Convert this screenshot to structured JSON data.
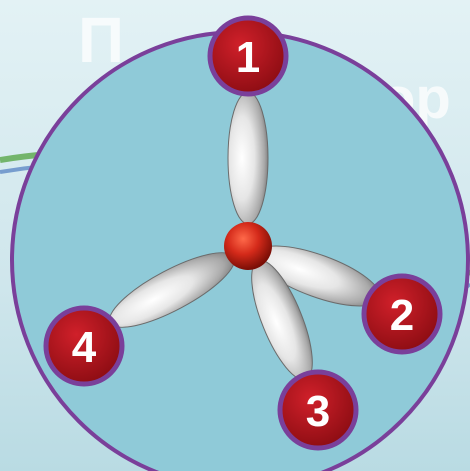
{
  "background": {
    "title_fragments": [
      "П",
      "ор"
    ],
    "colors": {
      "sky": "#cfe8ee",
      "title_shadow": "#bcd3d9",
      "swoosh_green": "#5aa84a",
      "swoosh_blue": "#4f7cc0"
    }
  },
  "circle": {
    "fill": "#8fcad8",
    "border": "#7a3f9a"
  },
  "nucleus": {
    "color": "#d42a1a"
  },
  "orbital": {
    "color_light": "#f4f4f4",
    "color_dark": "#8c8c8c"
  },
  "badges": [
    {
      "label": "1"
    },
    {
      "label": "2"
    },
    {
      "label": "3"
    },
    {
      "label": "4"
    }
  ],
  "badge_style": {
    "fill": "#b0141c",
    "ring": "#7a3f9a",
    "text": "#ffffff"
  }
}
